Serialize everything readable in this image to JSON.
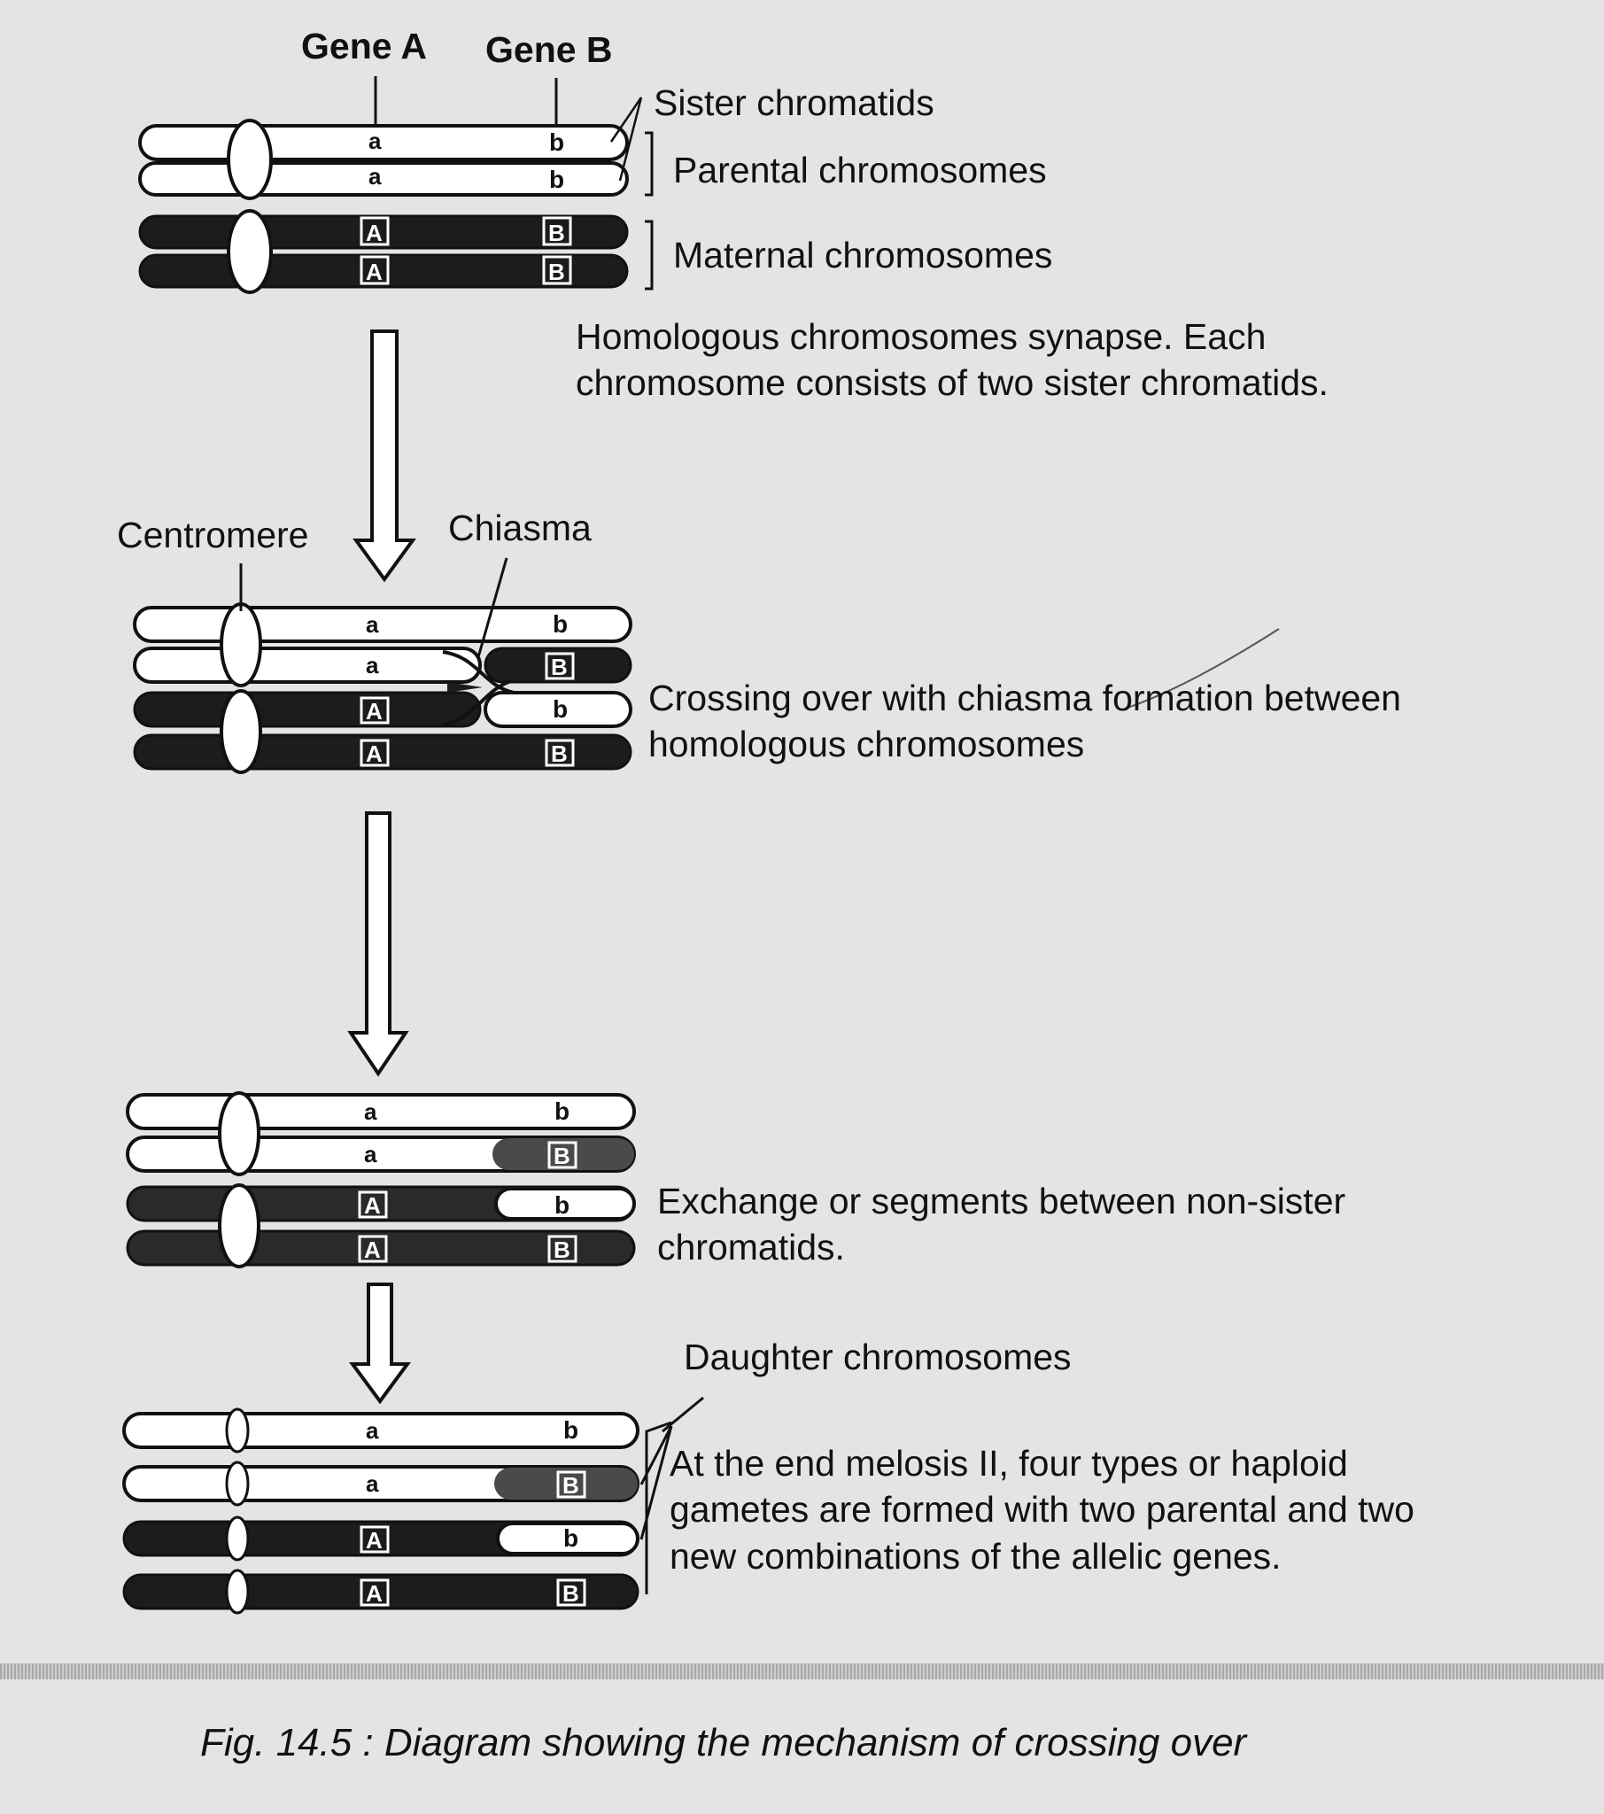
{
  "figure": {
    "caption": "Fig. 14.5 : Diagram showing the mechanism of crossing over",
    "genes": {
      "gene_a": "Gene A",
      "gene_b": "Gene B"
    },
    "labels": {
      "sister_chromatids": "Sister chromatids",
      "parental_chromosomes": "Parental chromosomes",
      "maternal_chromosomes": "Maternal chromosomes",
      "centromere": "Centromere",
      "chiasma": "Chiasma",
      "daughter_chromosomes": "Daughter chromosomes"
    },
    "steps": {
      "synapsis": "Homologous chromosomes synapse. Each chromosome consists of two sister chromatids.",
      "crossing_over": "Crossing over with chiasma formation between  homologous chromosomes",
      "exchange": "Exchange or segments between non-sister chromatids.",
      "meiosis": "At the end melosis II, four types or haploid gametes are formed with two parental and two new combinations of the allelic genes."
    },
    "alleles": {
      "a": "a",
      "b": "b",
      "A": "A",
      "B": "B"
    },
    "colors": {
      "parental": "#ffffff",
      "maternal": "#1c1c1c",
      "maternal_segment": "#4a4a4a",
      "background": "#e4e4e4",
      "ink": "#111111"
    }
  }
}
